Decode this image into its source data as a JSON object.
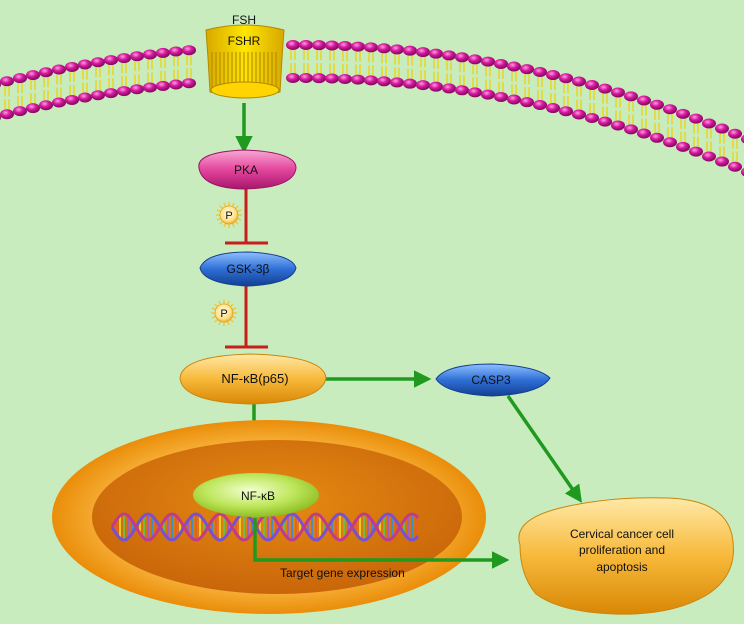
{
  "diagram": {
    "background": "#c9ecbf",
    "receptor": {
      "ligand_label": "FSH",
      "receptor_label": "FSHR"
    },
    "nodes": {
      "pka": "PKA",
      "gsk": "GSK-3β",
      "nfkb_cyto": "NF-κB(p65)",
      "casp3": "CASP3",
      "nfkb_nuc": "NF-κB",
      "outcome_line1": "Cervical cancer cell",
      "outcome_line2": "proliferation and",
      "outcome_line3": "apoptosis"
    },
    "phospho_label": "P",
    "target_label": "Target gene expression",
    "colors": {
      "activation_arrow": "#1f9a1f",
      "inhibition_line": "#c81e1e",
      "pka": "#e4469e",
      "gsk": "#2f6fd6",
      "casp3": "#2563c9",
      "nfkb": "#f4a71c",
      "nucleus_outer": "#f39c12",
      "nucleus_inner": "#e07a0a",
      "nfkb_nuclear": "#b8e34d",
      "outcome": "#f5b53a",
      "lipid_head": "#d6199e",
      "lipid_tail": "#f2e33b"
    }
  }
}
